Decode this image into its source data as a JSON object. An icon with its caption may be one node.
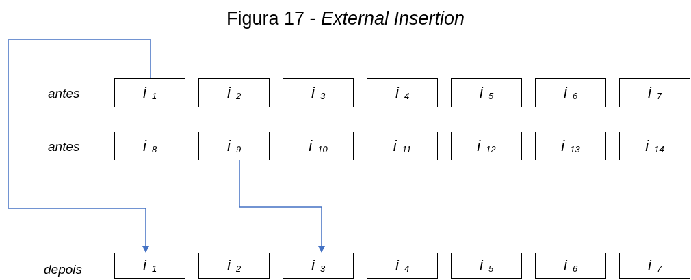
{
  "diagram": {
    "title": "Figura 17 - *External Insertion*",
    "nodes": [
      {
        "text": [
          "i $_{1}$"
        ]
      },
      {
        "text": [
          "i $_{2}$"
        ]
      },
      {
        "text": [
          "i $_{3}$"
        ]
      },
      {
        "text": [
          "i $_{4}$"
        ]
      },
      {
        "text": [
          "i $_{5}$"
        ]
      },
      {
        "text": [
          "i $_{6}$"
        ]
      },
      {
        "text": [
          "i $_{7}$"
        ]
      },
      {
        "text": [
          "i $_{8}$"
        ]
      },
      {
        "text": [
          "i $_{9}$"
        ]
      },
      {
        "text": [
          "i $_{10}$"
        ]
      },
      {
        "text": [
          "i $_{11}$"
        ]
      },
      {
        "text": [
          "i $_{12}$"
        ]
      },
      {
        "text": [
          "i $_{13}$"
        ]
      },
      {
        "text": [
          "i $_{14}$"
        ]
      },
      {
        "text": [
          "i $_{1}$"
        ]
      },
      {
        "text": [
          "i $_{2}$"
        ]
      },
      {
        "text": [
          "i $_{3}$"
        ]
      },
      {
        "text": [
          "i $_{4}$"
        ]
      },
      {
        "text": [
          "i $_{5}$"
        ]
      },
      {
        "text": [
          "i $_{6}$"
        ]
      },
      {
        "text": [
          "i $_{7}$"
        ]
      }
    ],
    "edges": [
      {
        "from": 0,
        "to": 14,
        "arrow": "to"
      },
      {
        "from": 8,
        "to": 16,
        "arrow": "to"
      }
    ],
    "labels": [
      "antes",
      "antes",
      "depois"
    ]
  }
}
